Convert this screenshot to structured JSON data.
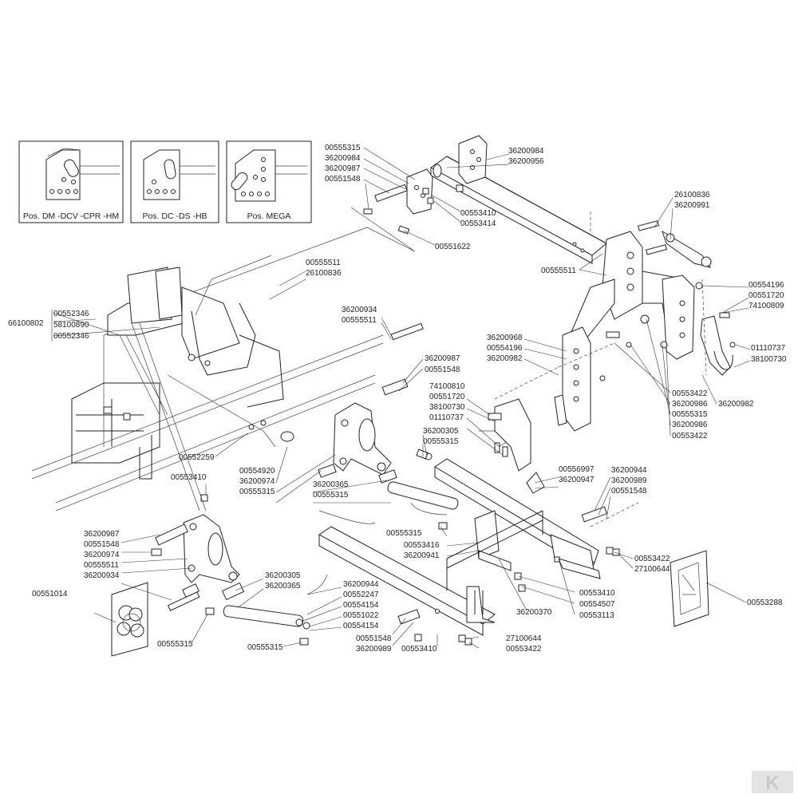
{
  "insets": [
    {
      "caption": "Pos. DM -DCV -CPR -HM"
    },
    {
      "caption": "Pos. DC -DS -HB"
    },
    {
      "caption": "Pos. MEGA"
    }
  ],
  "labels": [
    "00555315",
    "36200984",
    "36200987",
    "00551548",
    "36200984",
    "36200956",
    "00553410",
    "00553414",
    "00551622",
    "26100836",
    "36200991",
    "00555511",
    "00554196",
    "00551720",
    "74100809",
    "01110737",
    "38100730",
    "00555511",
    "26100836",
    "66100802",
    "00552346",
    "58100890",
    "00552346",
    "36200934",
    "00555511",
    "36200968",
    "00554196",
    "36200982",
    "36200987",
    "00551548",
    "74100810",
    "00551720",
    "38100730",
    "01110737",
    "00553422",
    "36200986",
    "00555315",
    "36200986",
    "00553422",
    "36200982",
    "36200305",
    "00555315",
    "00552259",
    "00554920",
    "36200974",
    "00555315",
    "36200365",
    "00555315",
    "00556997",
    "36200947",
    "36200944",
    "36200989",
    "00551548",
    "00553410",
    "00555315",
    "00553416",
    "36200941",
    "00553422",
    "27100644",
    "36200987",
    "00551548",
    "36200974",
    "00555511",
    "36200934",
    "36200305",
    "36200365",
    "00551014",
    "36200944",
    "00552247",
    "00554154",
    "00551022",
    "00554154",
    "00553410",
    "00554507",
    "00553113",
    "00553288",
    "36200370",
    "00551548",
    "36200989",
    "00553410",
    "27100644",
    "00553422",
    "00555315",
    "00555315"
  ],
  "logo_text": "K"
}
